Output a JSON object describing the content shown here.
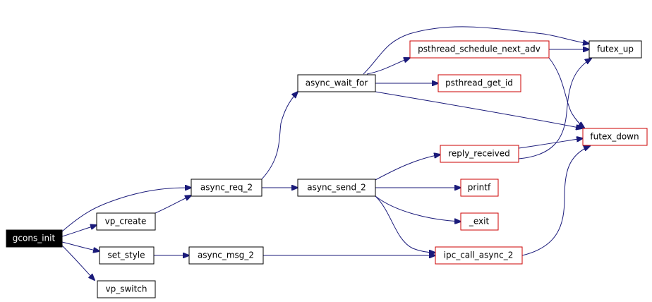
{
  "nodes": {
    "gcons_init": {
      "label": "gcons_init"
    },
    "vp_create": {
      "label": "vp_create"
    },
    "set_style": {
      "label": "set_style"
    },
    "vp_switch": {
      "label": "vp_switch"
    },
    "async_req_2": {
      "label": "async_req_2"
    },
    "async_msg_2": {
      "label": "async_msg_2"
    },
    "async_wait_for": {
      "label": "async_wait_for"
    },
    "async_send_2": {
      "label": "async_send_2"
    },
    "psthread_schedule_next_adv": {
      "label": "psthread_schedule_next_adv"
    },
    "psthread_get_id": {
      "label": "psthread_get_id"
    },
    "reply_received": {
      "label": "reply_received"
    },
    "printf": {
      "label": "printf"
    },
    "_exit": {
      "label": "_exit"
    },
    "ipc_call_async_2": {
      "label": "ipc_call_async_2"
    },
    "futex_up": {
      "label": "futex_up"
    },
    "futex_down": {
      "label": "futex_down"
    }
  },
  "colors": {
    "edge": "#1a1a7a",
    "red_border": "#cc0000",
    "black_border": "#000000",
    "root_fill": "#000000",
    "root_text": "#ffffff"
  }
}
